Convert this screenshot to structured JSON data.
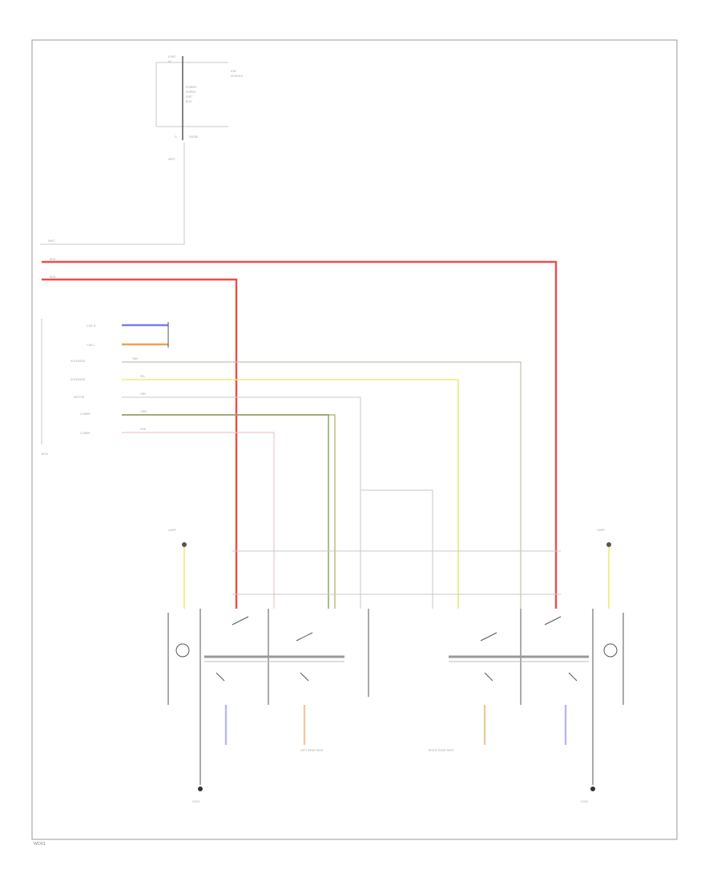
{
  "labels": {
    "top_junction": "JOINT",
    "top_conn": "J/C",
    "top_side": "IGN",
    "top_side2": "MODULE",
    "top_block1": "POWER",
    "top_block2": "SUPPLY",
    "top_block3": "DIST",
    "top_block4": "BOX",
    "ground_top": "G",
    "ground_top_note": "DIODE",
    "wht1": "WHT",
    "wht2": "WHT",
    "red1": "RED",
    "red2": "RED",
    "left_a": "CAN H",
    "left_b": "CAN L",
    "left_c": "SOLENOID",
    "left_d": "SOLENOID",
    "left_e": "MOTOR",
    "left_f": "LOWER",
    "left_g": "LOWER",
    "left_module": "BCM",
    "bottom_left_gnd": "G201",
    "bottom_right_gnd": "G202",
    "left_switch_label": "LEFT REAR SEAT",
    "right_switch_label": "RIGHT REAR SEAT",
    "left_lamp": "LAMP",
    "right_lamp": "LAMP",
    "footer": "WD01"
  }
}
